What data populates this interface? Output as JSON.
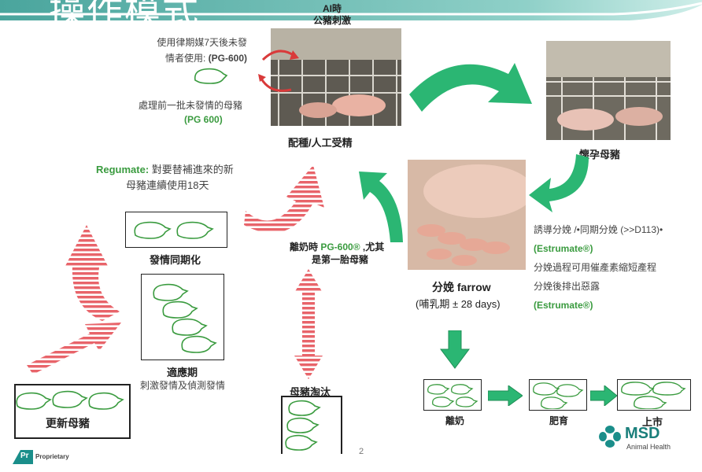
{
  "header": {
    "title": "操作模式",
    "ai_line1": "AI時",
    "ai_line2": "公豬刺激"
  },
  "breeding": {
    "label": "配種/人工受精",
    "note1_line1": "使用律期媒7天後未發",
    "note1_line2_prefix": "情者使用: ",
    "note1_line2_bold": "(PG-600)",
    "note2_line1": "處理前一批未發情的母豬",
    "note2_line2": "(PG 600)"
  },
  "pregnant": {
    "label": "懷孕母豬"
  },
  "farrow": {
    "label": "分娩 farrow",
    "sublabel": "(哺乳期 ± 28 days)",
    "note_line1": "誘導分娩 /•同期分娩 (>>D113)•",
    "note_line2": "(Estrumate®)",
    "note_line3": "分娩過程可用催產素縮短產程",
    "note_line4": "分娩後排出惡露",
    "note_line5": "(Estrumate®)"
  },
  "weaning_note": {
    "prefix": "離奶時 ",
    "product": "PG-600®",
    "suffix": " ,尤其",
    "line2": "是第一胎母豬"
  },
  "regumate": {
    "bold": "Regumate:",
    "text1": " 對要替補進來的新",
    "text2": "母豬連續使用18天"
  },
  "sync": {
    "label": "發情同期化"
  },
  "adapt": {
    "label": "適應期",
    "sublabel": "刺激發情及偵測發情"
  },
  "gilts": {
    "label": "更新母豬"
  },
  "cull": {
    "label": "母豬淘汰"
  },
  "pipeline": {
    "wean": "離奶",
    "grow": "肥育",
    "market": "上市"
  },
  "page_number": "2",
  "brand": {
    "name": "MSD",
    "sub": "Animal Health"
  },
  "badge": {
    "pr": "Pr",
    "text": "Proprietary"
  },
  "colors": {
    "green": "#3a9b3f",
    "teal": "#2bb673",
    "stripe_red": "#e8646a",
    "header_teal": "#5fb8b0"
  }
}
